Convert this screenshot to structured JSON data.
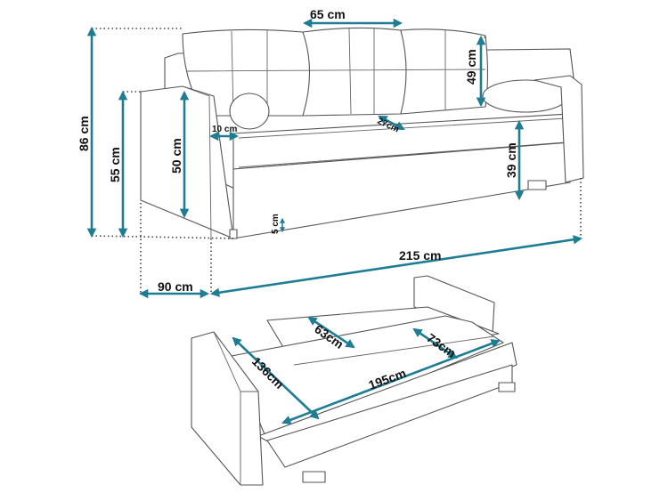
{
  "colors": {
    "dimension_arrow": "#1e7d93",
    "outline": "#555555"
  },
  "top_view": {
    "cushion_width": "65 cm",
    "cushion_height": "49 cm",
    "total_height": "86 cm",
    "armrest_height": "55 cm",
    "seat_height": "50 cm",
    "armrest_width": "10 cm",
    "seat_cushion_depth": "27cm",
    "front_height": "39 cm",
    "leg_height": "5 cm",
    "total_width": "215 cm",
    "total_depth": "90 cm"
  },
  "bed_view": {
    "back_section": "63cm",
    "back_section_right": "73cm",
    "bed_length": "136cm",
    "bed_width": "195cm"
  }
}
